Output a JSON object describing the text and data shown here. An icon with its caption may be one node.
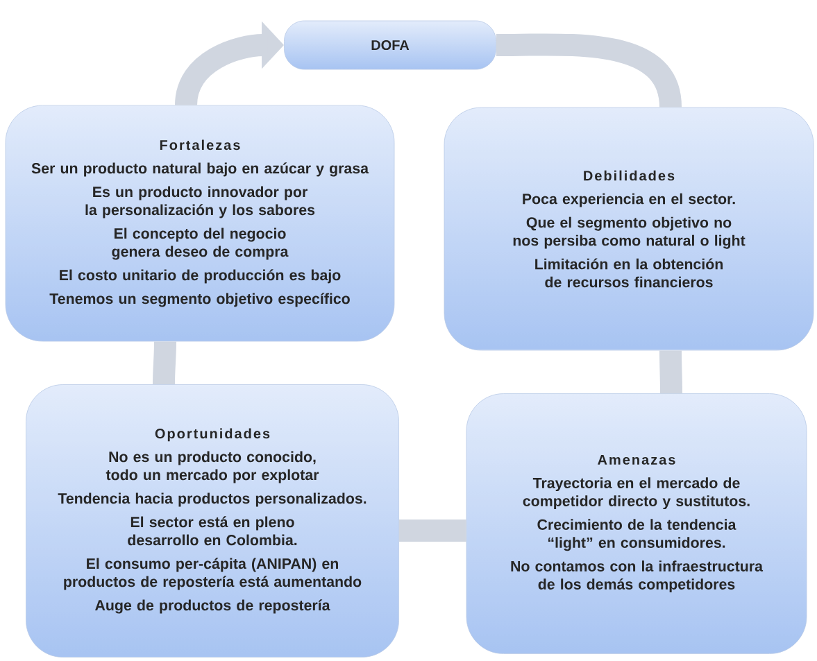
{
  "diagram": {
    "nodes": [
      {
        "text": [
          "DOFA"
        ]
      },
      {
        "text": [
          "Fortalezas",
          "Ser  un producto natural bajo en azúcar y grasa",
          "Es un producto innovador por la personalización y los sabores",
          "El concepto del negocio genera deseo de compra",
          "El costo unitario de  producción es bajo",
          "Tenemos un segmento objetivo específico"
        ]
      },
      {
        "text": [
          "Debilidades",
          "Poca experiencia  en el sector.",
          "Que el segmento objetivo no nos persiba como natural o light",
          "Limitación en la obtención de recursos financieros"
        ]
      },
      {
        "text": [
          "Oportunidades",
          "No es un producto conocido, todo un mercado por explotar",
          "Tendencia hacia productos personalizados.",
          "El sector está en pleno desarrollo  en Colombia.",
          "El consumo per-cápita (ANIPAN) en productos de repostería está aumentando",
          "Auge de productos de repostería"
        ]
      },
      {
        "text": [
          "Amenazas",
          "Trayectoria en el mercado de competidor directo y sustitutos.",
          "Crecimiento de la tendencia “light” en consumidores.",
          "No contamos con la infraestructura de los demás competidores"
        ]
      }
    ],
    "edges": [
      {
        "from": 0,
        "to": 2,
        "arrow": "none"
      },
      {
        "from": 2,
        "to": 4,
        "arrow": "none"
      },
      {
        "from": 4,
        "to": 3,
        "arrow": "none"
      },
      {
        "from": 3,
        "to": 1,
        "arrow": "none"
      },
      {
        "from": 1,
        "to": 0,
        "arrow": "to"
      }
    ]
  }
}
